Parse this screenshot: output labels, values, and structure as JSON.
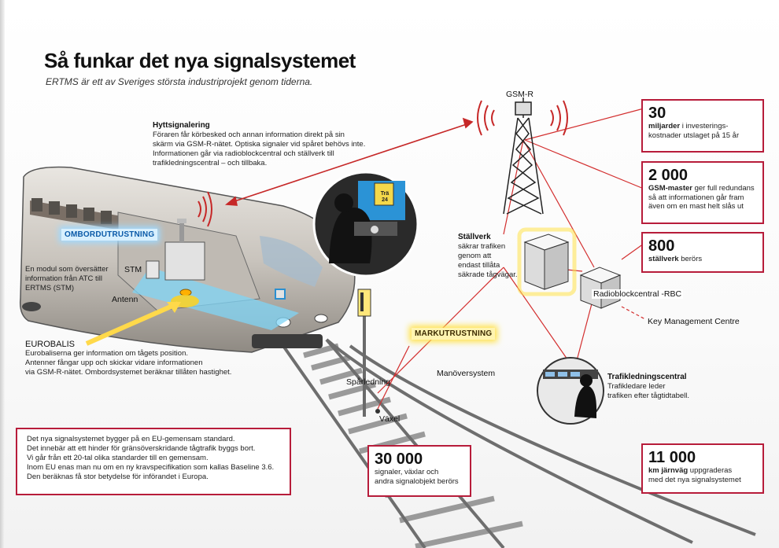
{
  "title": "Så funkar det nya signalsystemet",
  "subtitle": "ERTMS är ett av Sveriges största industriprojekt genom tiderna.",
  "hyttsignalering": {
    "heading": "Hyttsignalering",
    "lines": [
      "Föraren får körbesked och annan information direkt på sin",
      "skärm via GSM-R-nätet. Optiska signaler vid spåret behövs inte.",
      "Informationen går via radioblockcentral och ställverk till",
      "trafikledningscentral – och tillbaka."
    ]
  },
  "gsm_label": "GSM-R",
  "ombord_label": "OMBORDUTRUSTNING",
  "stm_label": "STM",
  "stm_desc": [
    "En modul som översätter",
    "information  från ATC till",
    "ERTMS (STM)"
  ],
  "antenn_label": "Antenn",
  "eurobalis": {
    "heading": "EUROBALIS",
    "lines": [
      "Eurobaliserna ger information om tågets position.",
      "Antenner fångar upp och skickar vidare informationen",
      "via GSM-R-nätet. Ombordsystemet beräknar tillåten hastighet."
    ]
  },
  "sign_text": [
    "Trä",
    "24"
  ],
  "stallverk": {
    "heading": "Ställverk",
    "lines": [
      "säkrar trafiken",
      "genom att",
      "endast tillåta",
      "säkrade tågvägar."
    ]
  },
  "rbc_label": "Radioblockcentral -RBC",
  "kmc_label": "Key Management Centre",
  "mark_label": "MARKUTRUSTNING",
  "manover_label": "Manöversystem",
  "sparledning_label": "Spårledning",
  "vaxel_label": "Växel",
  "trafik": {
    "heading": "Trafikledningscentral",
    "lines": [
      "Trafikledare leder",
      "trafiken efter tågtidtabell."
    ]
  },
  "facts": [
    {
      "number": "30",
      "bold": "miljarder",
      "rest": [
        " i investerings-",
        "kostnader utslaget på 15 år"
      ]
    },
    {
      "number": "2 000",
      "bold": "GSM-master",
      "rest": [
        " ger full redundans",
        "så att informationen går fram",
        "även om en mast helt slås ut"
      ]
    },
    {
      "number": "800",
      "bold": "ställverk",
      "rest": [
        " berörs"
      ]
    },
    {
      "number": "30 000",
      "bold": "",
      "rest": [
        "signaler, växlar och",
        "andra signalobjekt berörs"
      ]
    },
    {
      "number": "11 000",
      "bold": "km järnväg",
      "rest": [
        " uppgraderas",
        "med det nya signalsystemet"
      ]
    }
  ],
  "note_lines": [
    "Det nya signalsystemet bygger på en EU-gemensam standard.",
    "Det innebär att ett hinder för gränsöverskridande tågtrafik byggs bort.",
    "Vi går från ett 20-tal olika standarder till en gemensam.",
    "Inom EU enas man nu om en ny kravspecifikation som kallas Baseline 3.6.",
    "Den beräknas få stor betydelse för införandet i Europa."
  ],
  "colors": {
    "accent_red": "#b71c3a",
    "blue_glow": "#9fd9ff",
    "yellow_glow": "#ffe24a"
  }
}
